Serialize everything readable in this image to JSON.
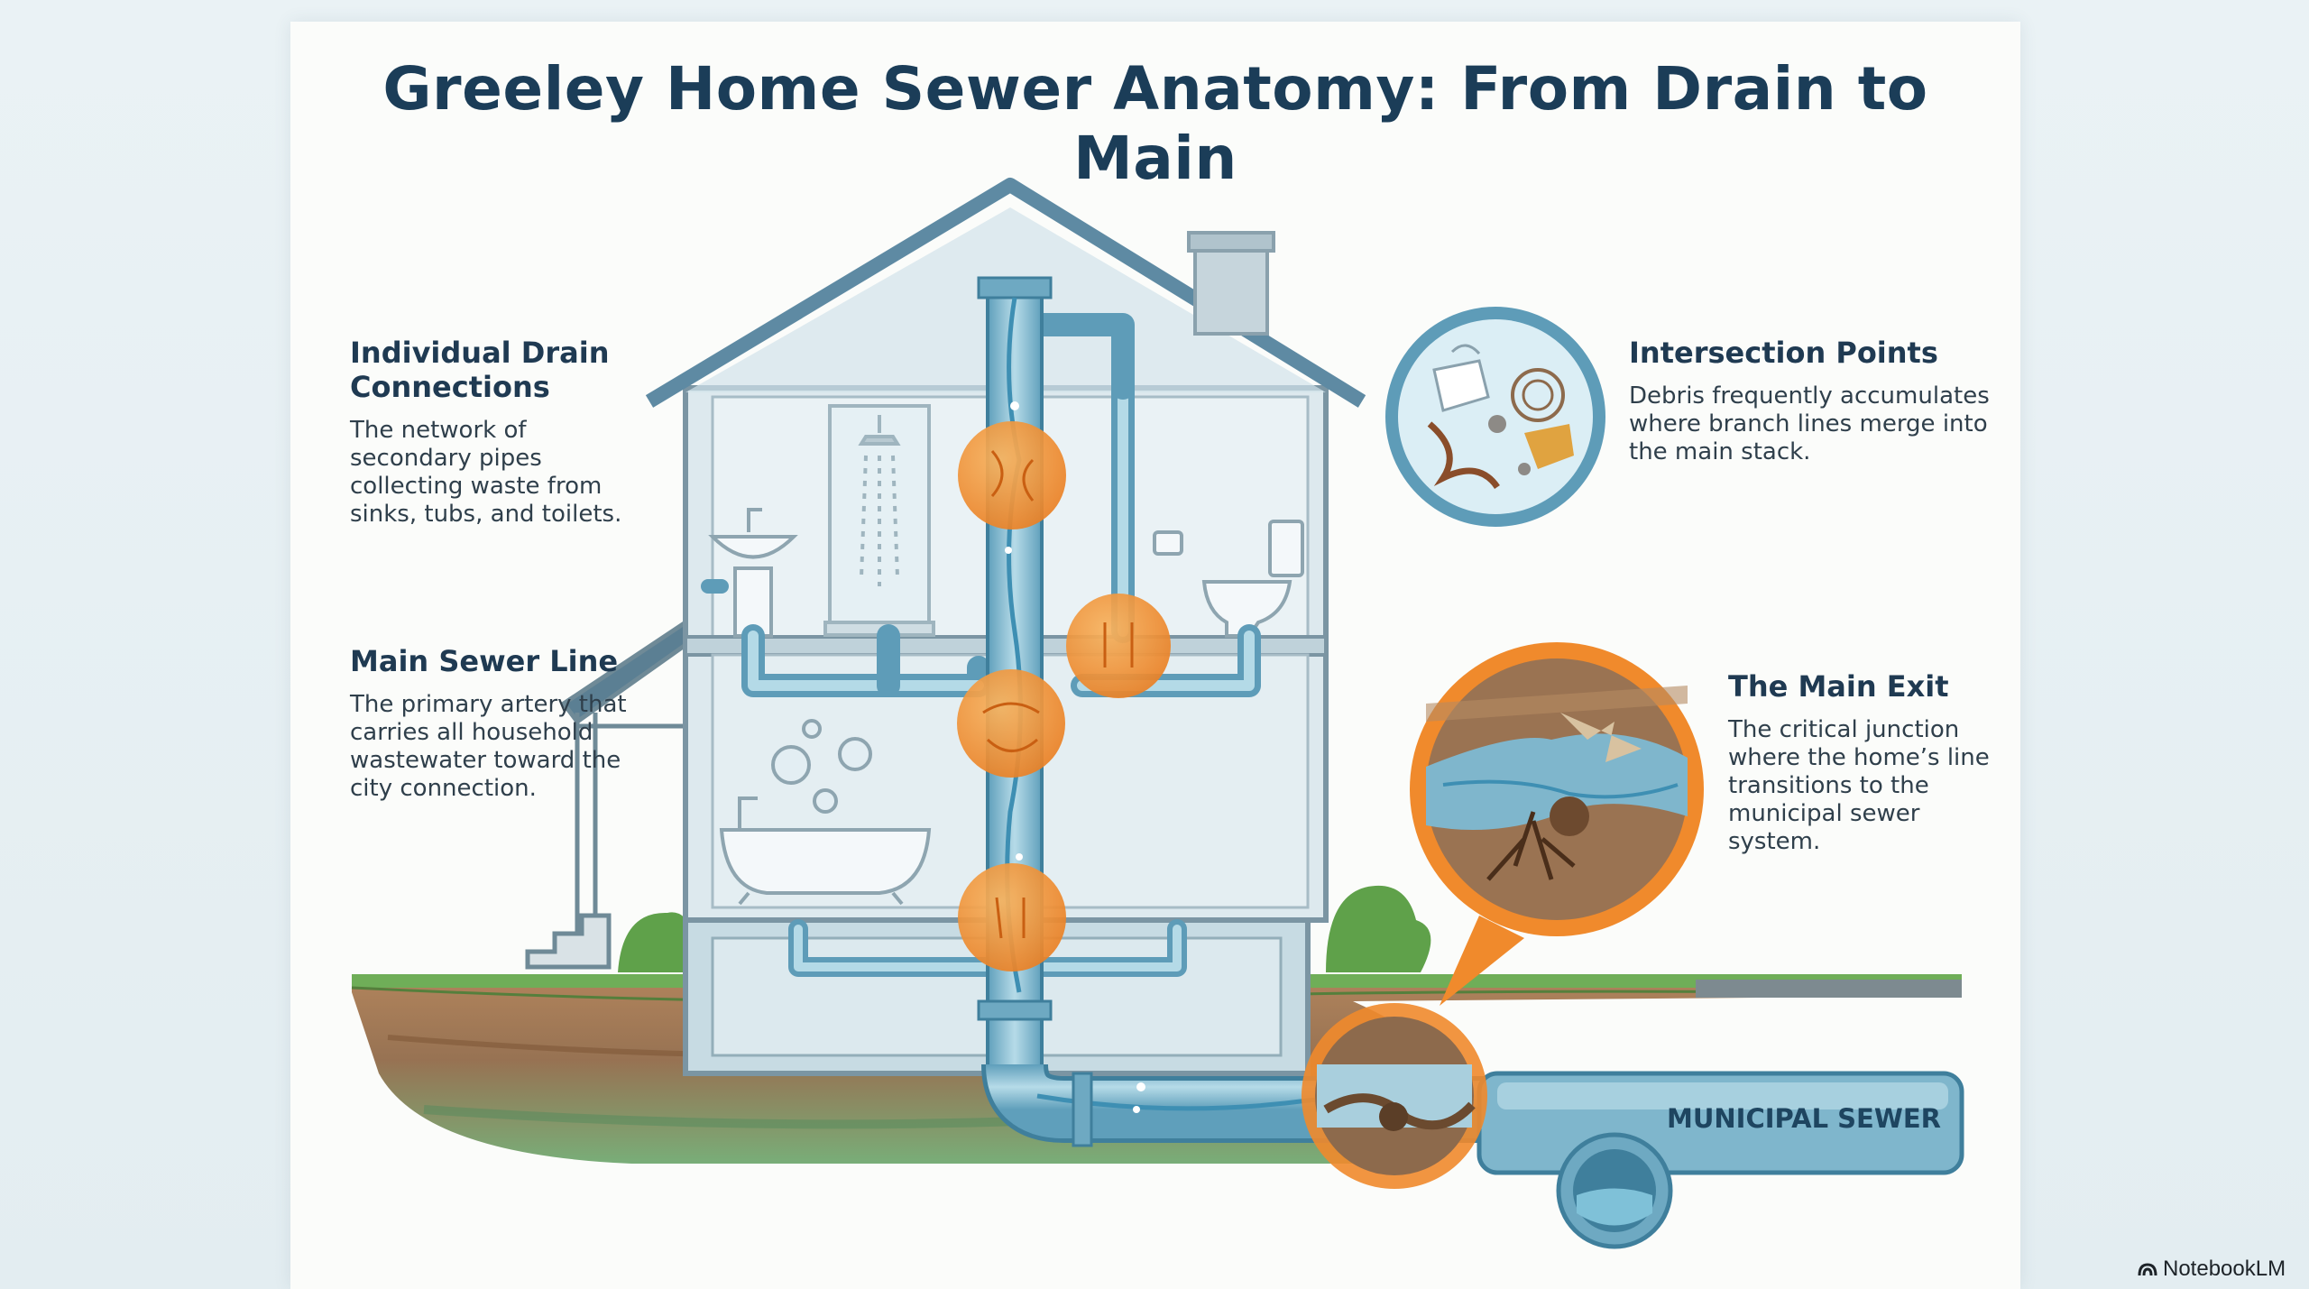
{
  "title": "Greeley Home Sewer Anatomy: From Drain to Main",
  "callouts": {
    "drain_connections": {
      "heading": "Individual Drain Connections",
      "body": "The network of secondary pipes collecting waste from sinks, tubs, and toilets."
    },
    "main_sewer_line": {
      "heading": "Main Sewer Line",
      "body": "The primary artery that carries all household wastewater toward the city connection."
    },
    "intersection_points": {
      "heading": "Intersection Points",
      "body": "Debris frequently accumulates where branch lines merge into the main stack."
    },
    "main_exit": {
      "heading": "The Main Exit",
      "body": "The critical junction where the home’s line transitions to the municipal sewer system."
    }
  },
  "municipal_label": "MUNICIPAL SEWER",
  "watermark": "NotebookLM",
  "colors": {
    "title": "#1b3d58",
    "pipe": "#7fb6cc",
    "pipe_dark": "#3f7f9c",
    "highlight": "#f08a2c",
    "grass": "#6fae58",
    "soil": "#9c6a43"
  }
}
